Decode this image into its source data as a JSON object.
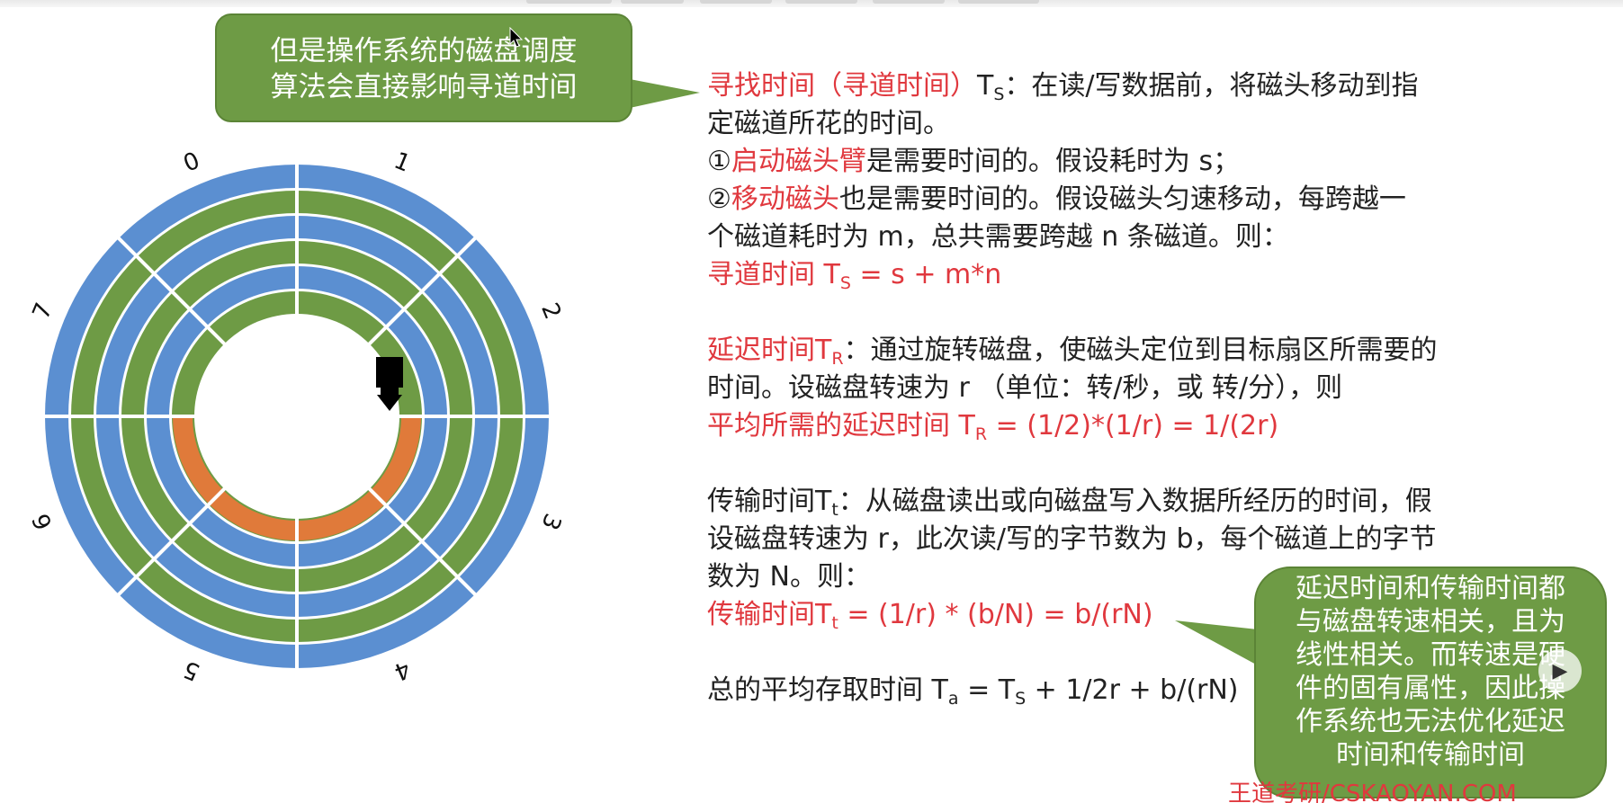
{
  "disk": {
    "sector_labels": [
      "0",
      "1",
      "2",
      "3",
      "4",
      "5",
      "6",
      "7"
    ],
    "colors": {
      "blue": "#5b8fd1",
      "green": "#6e9b45",
      "orange": "#e07a3a",
      "head": "#000000"
    }
  },
  "callout_top": {
    "line1": "但是操作系统的磁盘调度",
    "line2": "算法会直接影响寻道时间"
  },
  "callout_bottom": {
    "line1": "延迟时间和传输时间都",
    "line2": "与磁盘转速相关，且为",
    "line3": "线性相关。而转速是硬",
    "line4": "件的固有属性，因此操",
    "line5": "作系统也无法优化延迟",
    "line6": "时间和传输时间"
  },
  "seek": {
    "term": "寻找时间（寻道时间）",
    "sym": "T",
    "sub": "S",
    "def1": "：在读/写数据前，将磁头移动到指",
    "def2": "定磁道所花的时间。",
    "item1_num": "①",
    "item1_red": "启动磁头臂",
    "item1_rest": "是需要时间的。假设耗时为 s；",
    "item2_num": "②",
    "item2_red": "移动磁头",
    "item2_rest": "也是需要时间的。假设磁头匀速移动，每跨越一",
    "item2_line2": "个磁道耗时为 m，总共需要跨越 n 条磁道。则：",
    "formula_pre": "寻道时间 T",
    "formula_sub": "S",
    "formula_post": " = s + m*n"
  },
  "delay": {
    "term": "延迟时间T",
    "sub": "R",
    "def1": "：通过旋转磁盘，使磁头定位到目标扇区所需要的",
    "def2": "时间。设磁盘转速为 r （单位：转/秒，或 转/分），则",
    "formula_pre": "平均所需的延迟时间 T",
    "formula_sub": "R",
    "formula_post": " = (1/2)*(1/r) = 1/(2r)"
  },
  "transfer": {
    "term": "传输时间T",
    "sub": "t",
    "def1": "：从磁盘读出或向磁盘写入数据所经历的时间，假",
    "def2": "设磁盘转速为 r，此次读/写的字节数为 b，每个磁道上的字节",
    "def3": "数为 N。则：",
    "formula_pre": "传输时间T",
    "formula_sub": "t",
    "formula_post": " = (1/r) * (b/N) = b/(rN)"
  },
  "total": {
    "pre": "总的平均存取时间 T",
    "sub_a": "a",
    "mid": " = T",
    "sub_s": "S",
    "post": " + 1/2r + b/(rN)"
  },
  "watermark": "王道考研/CSKAOYAN.COM"
}
